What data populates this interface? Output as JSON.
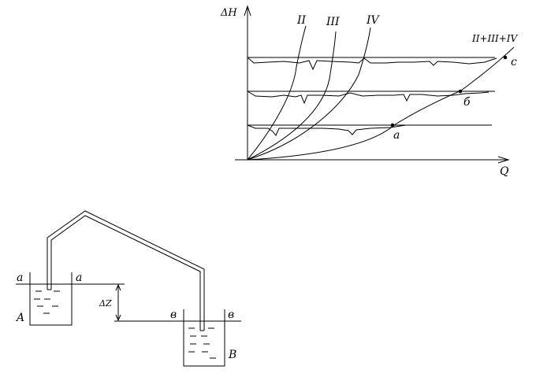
{
  "graph": {
    "axis_y_label": "ΔH",
    "axis_x_label": "Q",
    "curve_labels": [
      "II",
      "III",
      "IV"
    ],
    "sum_curve_label": "II+III+IV",
    "point_labels": [
      "a",
      "б",
      "c"
    ]
  },
  "apparatus": {
    "vessel_a_label": "A",
    "vessel_b_label": "B",
    "level_a_left": "a",
    "level_a_right": "a",
    "level_b_left": "в",
    "level_b_right": "в",
    "level_diff_label": "ΔZ"
  }
}
